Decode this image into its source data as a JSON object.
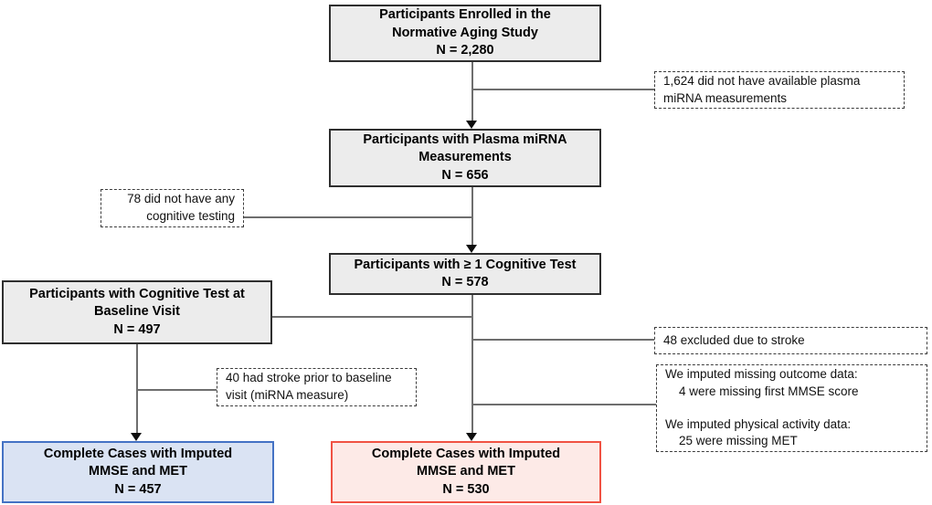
{
  "diagram": {
    "nodes": {
      "enrolled": {
        "line1": "Participants Enrolled in the",
        "line2": "Normative Aging Study",
        "count": "N = 2,280"
      },
      "plasma_mirna": {
        "line1": "Participants with Plasma miRNA",
        "line2": "Measurements",
        "count": "N = 656"
      },
      "cognitive_test": {
        "line1": "Participants with ≥ 1 Cognitive Test",
        "count": "N = 578"
      },
      "baseline_visit": {
        "line1": "Participants with Cognitive Test at",
        "line2": "Baseline Visit",
        "count": "N = 497"
      },
      "complete_cases_baseline": {
        "line1": "Complete Cases with Imputed",
        "line2": "MMSE and MET",
        "count": "N = 457"
      },
      "complete_cases_full": {
        "line1": "Complete Cases with Imputed",
        "line2": "MMSE and MET",
        "count": "N = 530"
      }
    },
    "exclusions": {
      "no_plasma_mirna": {
        "line1": "1,624 did not have available plasma",
        "line2": "miRNA measurements"
      },
      "no_cognitive_testing": {
        "line1": "78 did not have any",
        "line2": "cognitive testing"
      },
      "stroke_excluded": {
        "line1": "48 excluded due to stroke"
      },
      "stroke_prior_baseline": {
        "line1": "40 had stroke prior to baseline",
        "line2": "visit (miRNA measure)"
      },
      "imputation_note": {
        "line1": "We imputed missing outcome data:",
        "line2": "4 were missing first MMSE score",
        "line3": "We imputed physical activity data:",
        "line4": "25 were missing MET"
      }
    },
    "colors": {
      "box_fill": "#ececec",
      "box_border": "#2f2f2f",
      "blue_fill": "#dae3f3",
      "blue_border": "#4472c4",
      "red_fill": "#fdeae7",
      "red_border": "#f05243",
      "line": "#6e6e6e",
      "arrow": "#0d0d0d",
      "dash_border": "#3c3c3c"
    }
  }
}
